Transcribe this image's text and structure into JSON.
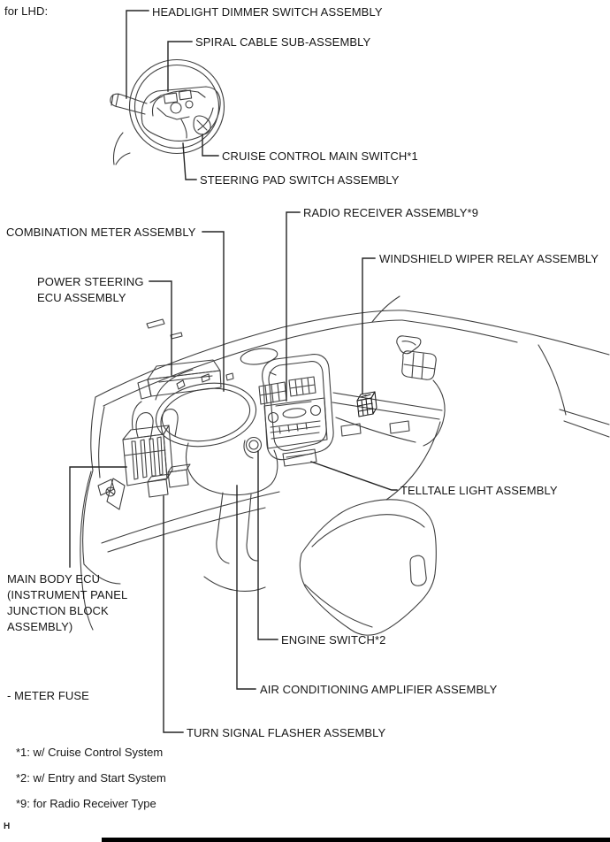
{
  "header": {
    "variant_label": "for LHD:"
  },
  "callouts": {
    "headlight_dimmer": "HEADLIGHT DIMMER SWITCH ASSEMBLY",
    "spiral_cable": "SPIRAL CABLE SUB-ASSEMBLY",
    "cruise_control": "CRUISE CONTROL MAIN SWITCH*1",
    "steering_pad": "STEERING PAD SWITCH ASSEMBLY",
    "radio_receiver": "RADIO RECEIVER ASSEMBLY*9",
    "combination_meter": "COMBINATION METER ASSEMBLY",
    "windshield_wiper_relay": "WINDSHIELD WIPER RELAY ASSEMBLY",
    "power_steering_line1": "POWER STEERING",
    "power_steering_line2": "ECU ASSEMBLY",
    "telltale_light": "TELLTALE LIGHT ASSEMBLY",
    "main_body_ecu_line1": "MAIN BODY ECU",
    "main_body_ecu_line2": "(INSTRUMENT PANEL",
    "main_body_ecu_line3": "JUNCTION BLOCK",
    "main_body_ecu_line4": "ASSEMBLY)",
    "engine_switch": "ENGINE SWITCH*2",
    "meter_fuse": "- METER FUSE",
    "ac_amplifier": "AIR CONDITIONING AMPLIFIER ASSEMBLY",
    "turn_signal_flasher": "TURN SIGNAL FLASHER ASSEMBLY"
  },
  "footnotes": {
    "f1": "*1: w/ Cruise Control System",
    "f2": "*2: w/ Entry and Start System",
    "f9": "*9: for Radio Receiver Type"
  },
  "footer": {
    "page_marker": "H"
  },
  "colors": {
    "art_line": "#3f3f3f",
    "leader_line": "#232323",
    "footer_bar": "#000000"
  }
}
